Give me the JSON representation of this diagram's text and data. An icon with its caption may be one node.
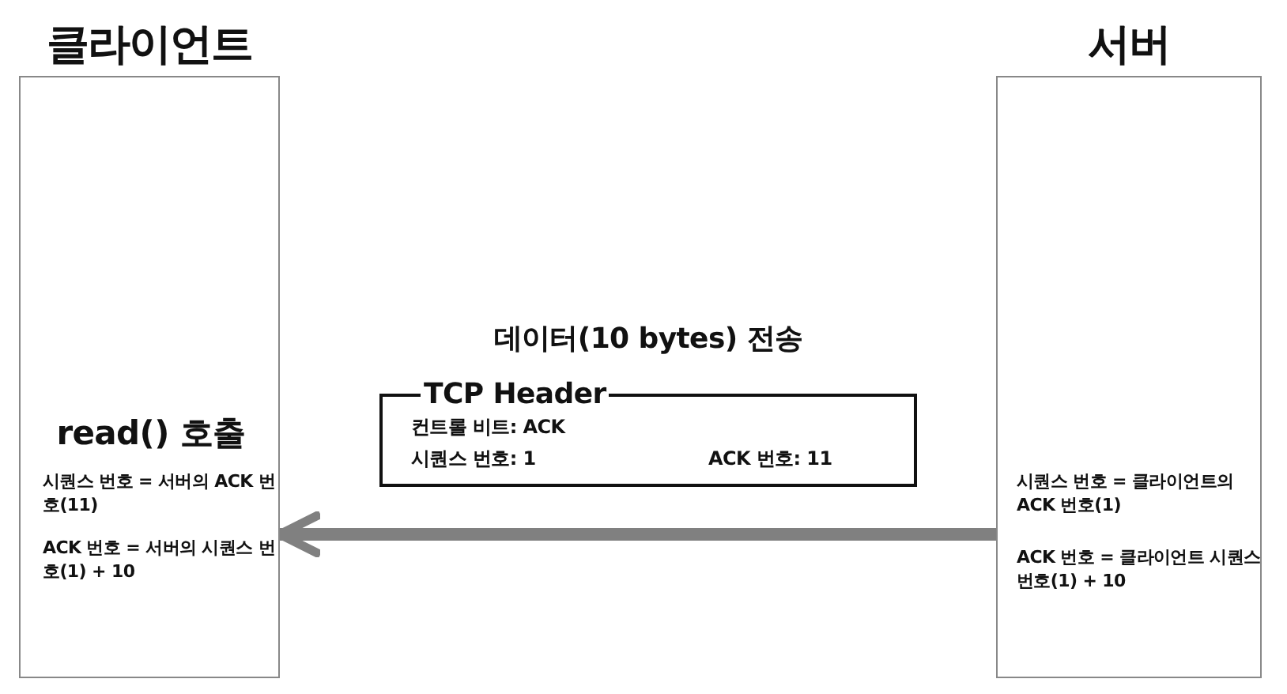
{
  "diagram": {
    "nodes": [
      {
        "text": [
          "클라이언트",
          "read() 호출",
          "시퀀스 번호 = 서버의 ACK 번호(11)",
          "ACK 번호 = 서버의 시퀀스 번호(1) + 10"
        ]
      },
      {
        "text": [
          "서버",
          "시퀀스 번호 = 클라이언트의 ACK 번호(1)",
          "ACK 번호 = 클라이언트 시퀀스 번호(1) + 10"
        ]
      },
      {
        "text": [
          "TCP Header",
          "컨트롤 비트: ACK",
          "시퀀스 번호: 1",
          "ACK 번호: 11"
        ],
        "beside": [
          "데이터(10 bytes) 전송"
        ]
      }
    ],
    "edges": [
      {
        "from": 1,
        "to": 0,
        "arrow": "to"
      }
    ]
  }
}
